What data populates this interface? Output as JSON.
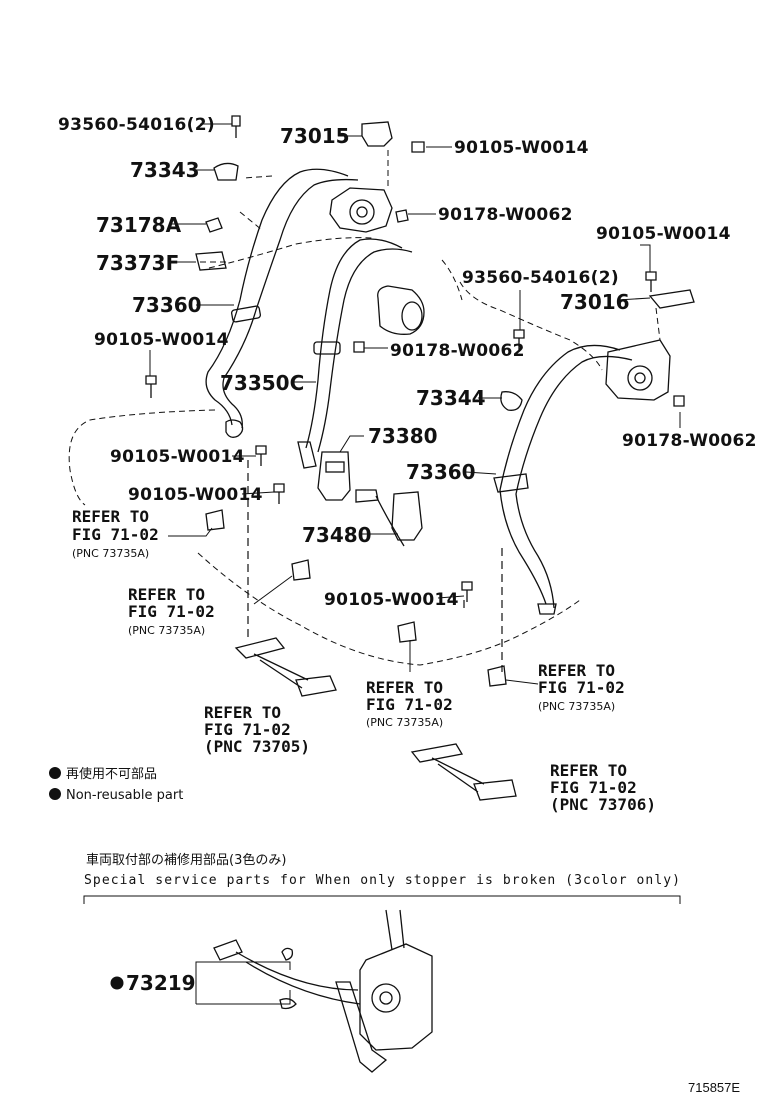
{
  "callouts": {
    "c1": "93560-54016(2)",
    "c2": "73015",
    "c3": "90105-W0014",
    "c4": "73343",
    "c5": "90178-W0062",
    "c6": "73178A",
    "c7": "73373F",
    "c8": "90105-W0014",
    "c9": "93560-54016(2)",
    "c10": "73016",
    "c11": "73360",
    "c12": "90178-W0062",
    "c13": "90105-W0014",
    "c14": "73350C",
    "c15": "73344",
    "c16": "90178-W0062",
    "c17": "73380",
    "c18": "90105-W0014",
    "c19": "73360",
    "c20": "90105-W0014",
    "c21": "73480",
    "c22": "90105-W0014"
  },
  "refs": [
    {
      "line1": "REFER TO",
      "line2": "FIG 71-02",
      "pnc": "(PNC 73735A)"
    },
    {
      "line1": "REFER TO",
      "line2": "FIG 71-02",
      "pnc": "(PNC 73735A)"
    },
    {
      "line1": "REFER TO",
      "line2": "FIG 71-02",
      "pnc": "(PNC 73735A)"
    },
    {
      "line1": "REFER TO",
      "line2": "FIG 71-02",
      "pnc": "(PNC 73735A)"
    },
    {
      "line1": "REFER TO",
      "line2": "FIG 71-02",
      "pnc": "(PNC 73705)"
    },
    {
      "line1": "REFER TO",
      "line2": "FIG 71-02",
      "pnc": "(PNC 73706)"
    }
  ],
  "legend": {
    "jp": "再使用不可部品",
    "en": "Non-reusable part"
  },
  "special": {
    "jp": "車両取付部の補修用部品(3色のみ)",
    "en": "Special service parts for When only stopper is broken (3color only)",
    "part": "73219"
  },
  "figure_id": "715857E"
}
